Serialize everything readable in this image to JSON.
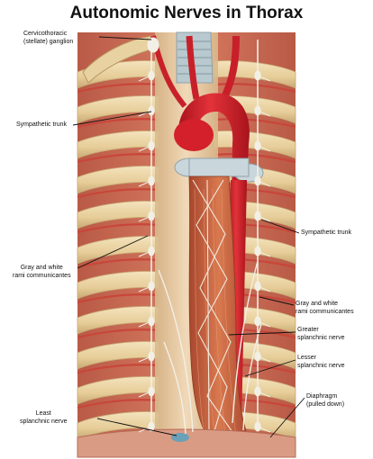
{
  "title": "Autonomic Nerves in Thorax",
  "labels": {
    "cervicothoracic_ganglion": "Cervicothoracic\n(stellate) ganglion",
    "sympathetic_trunk_left": "Sympathetic trunk",
    "sympathetic_trunk_right": "Sympathetic trunk",
    "rami_left": "Gray and white\nrami communicantes",
    "rami_right": "Gray and white\nrami communicantes",
    "greater_splanchnic": "Greater\nsplanchnic nerve",
    "lesser_splanchnic": "Lesser\nsplanchnic nerve",
    "least_splanchnic": "Least\nsplanchnic nerve",
    "diaphragm": "Diaphragm\n(pulled down)"
  },
  "colors": {
    "rib": "#e9d2a2",
    "rib_shadow": "#c8a874",
    "intercostal": "#c8463a",
    "artery": "#d4202a",
    "esophagus": "#c9603f",
    "nerve": "#f2efe6",
    "trachea": "#b8c9cf"
  }
}
